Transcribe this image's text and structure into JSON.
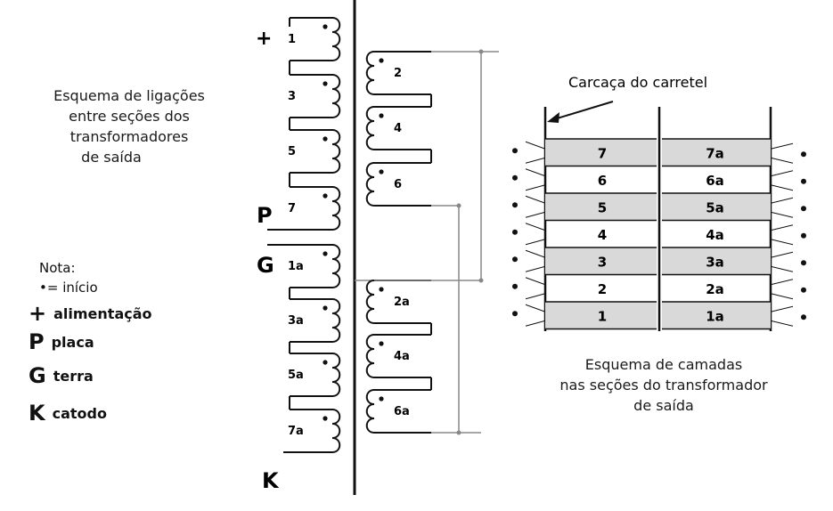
{
  "left_caption": [
    "Esquema de ligações",
    "entre seções dos",
    "transformadores",
    "de saída"
  ],
  "right_caption": [
    "Esquema de camadas",
    "nas seções do transformador",
    "de saída"
  ],
  "carcass_label": "Carcaça do carretel",
  "note": {
    "title": "Nota:",
    "dot_meaning": "= início",
    "legend": [
      {
        "symbol": "+",
        "label": "alimentação"
      },
      {
        "symbol": "P",
        "label": "placa"
      },
      {
        "symbol": "G",
        "label": "terra"
      },
      {
        "symbol": "K",
        "label": "catodo"
      }
    ]
  },
  "terminals": {
    "plus": "+",
    "plate": "P",
    "ground": "G",
    "cathode": "K"
  },
  "left_column_sections": [
    "1",
    "3",
    "5",
    "7",
    "1a",
    "3a",
    "5a",
    "7a"
  ],
  "right_column_sections": [
    "2",
    "4",
    "6",
    "2a",
    "4a",
    "6a"
  ],
  "layers": [
    {
      "left": "7",
      "right": "7a",
      "shaded": true
    },
    {
      "left": "6",
      "right": "6a",
      "shaded": false
    },
    {
      "left": "5",
      "right": "5a",
      "shaded": true
    },
    {
      "left": "4",
      "right": "4a",
      "shaded": false
    },
    {
      "left": "3",
      "right": "3a",
      "shaded": true
    },
    {
      "left": "2",
      "right": "2a",
      "shaded": false
    },
    {
      "left": "1",
      "right": "1a",
      "shaded": true
    }
  ],
  "colors": {
    "line": "#111111",
    "wire_gray": "#888888",
    "shade": "#d9d9d9"
  }
}
